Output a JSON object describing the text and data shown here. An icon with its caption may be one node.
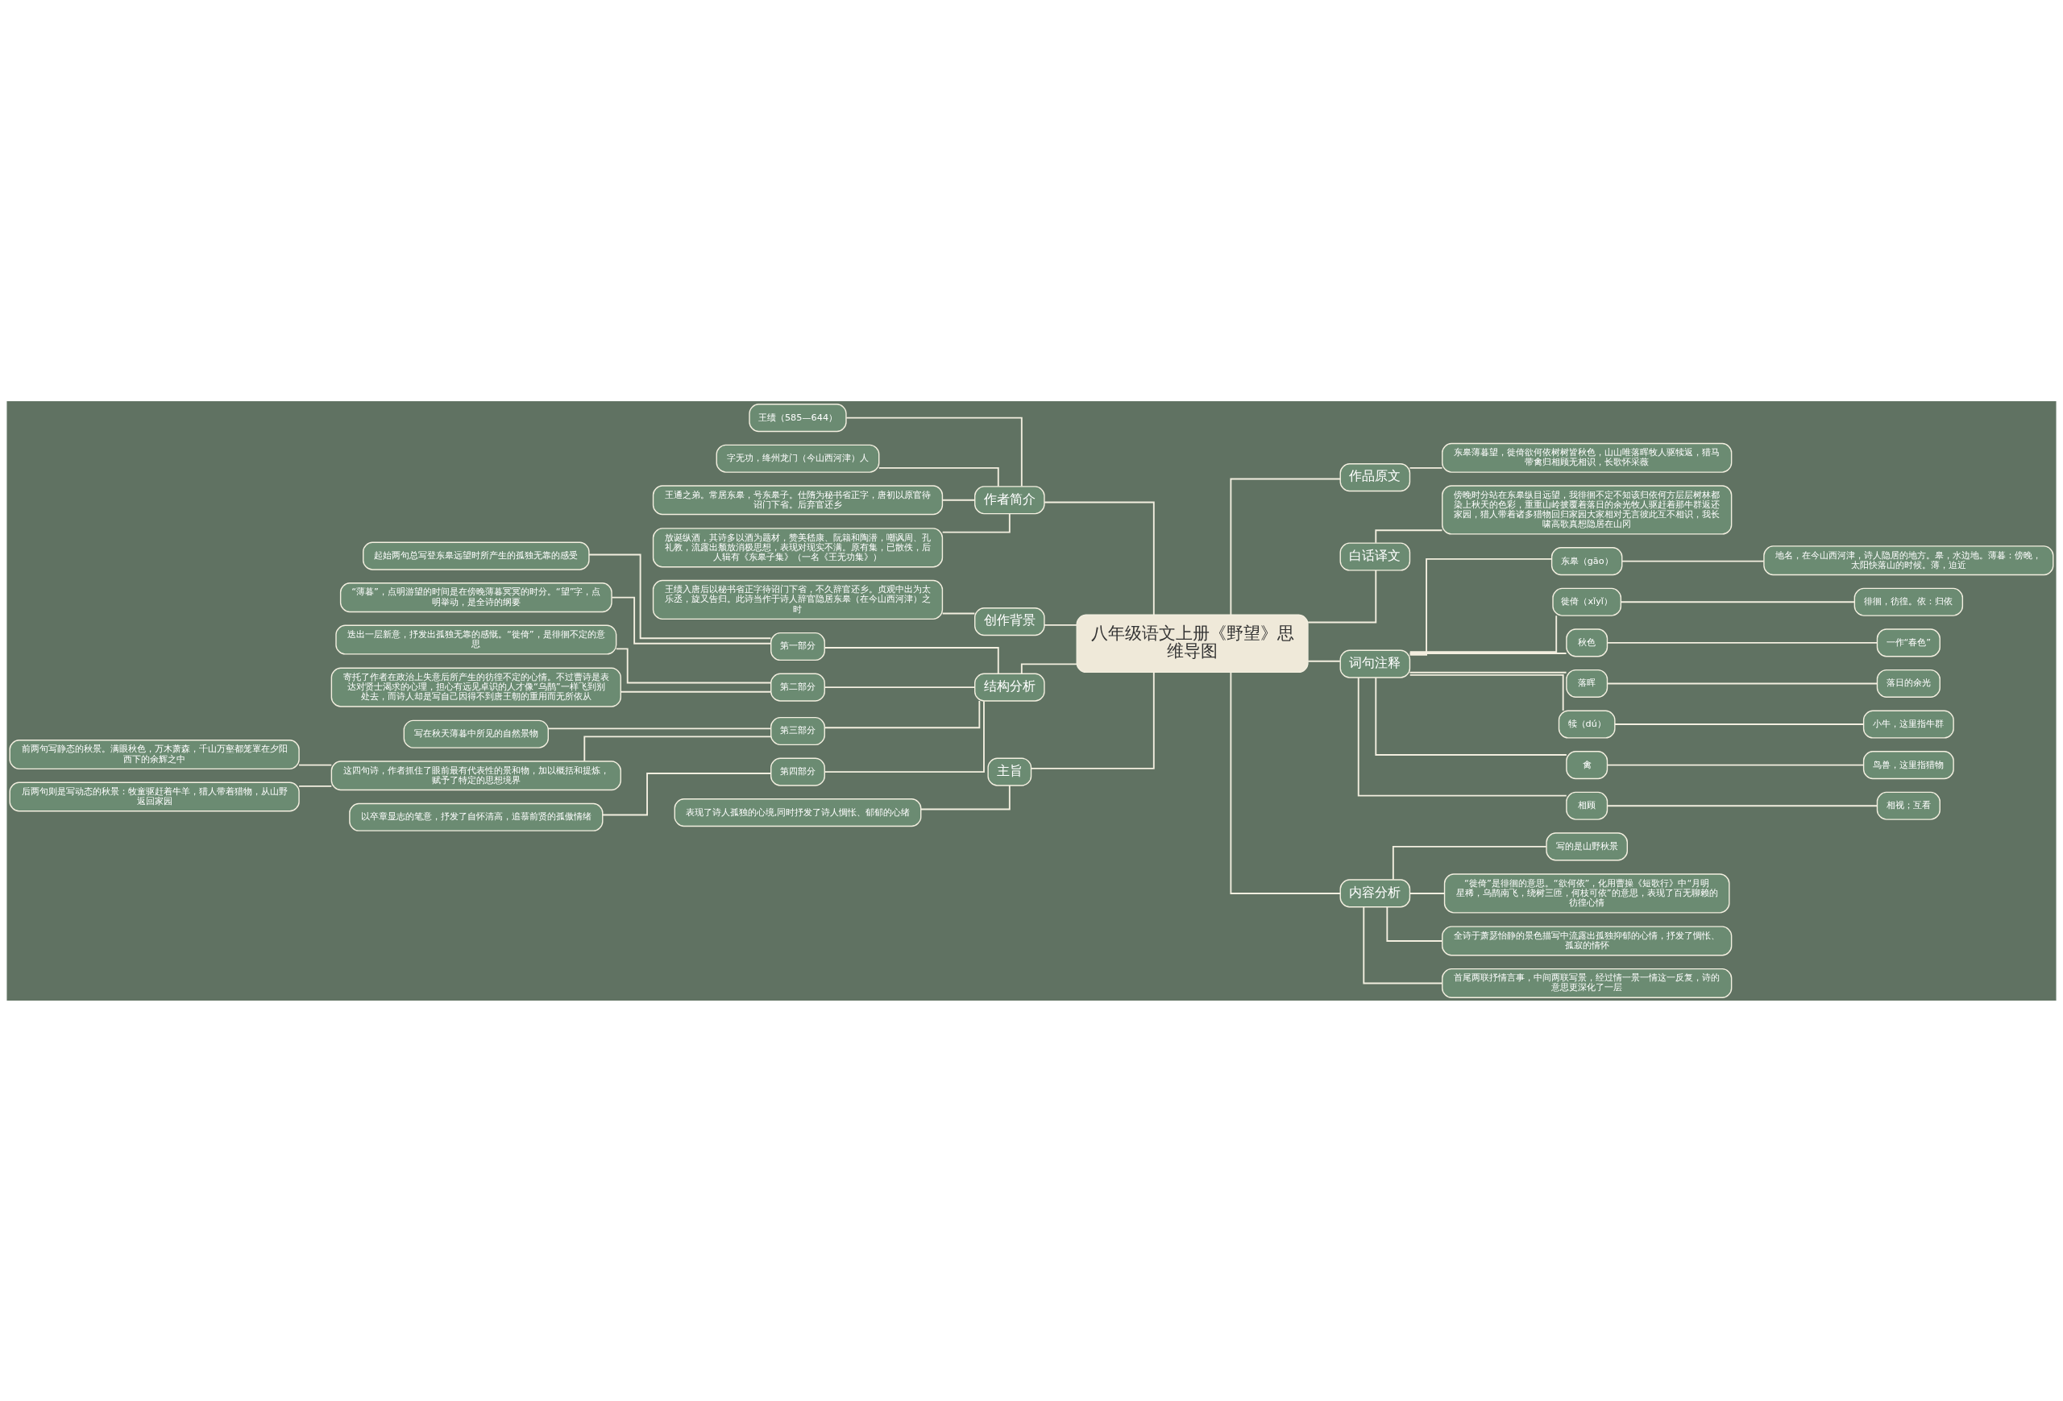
{
  "diagram": {
    "nodes": [
      {
        "text": [
          "八年级语文上册《野望》思维导图"
        ]
      },
      {
        "text": [
          "作者简介"
        ]
      },
      {
        "text": [
          "王绩（585—644）"
        ]
      },
      {
        "text": [
          "字无功，绛州龙门（今山西河津）人"
        ]
      },
      {
        "text": [
          "王通之弟。常居东皋，号东皋子。仕隋为秘书省正字，唐初以原官待诏门下省。后弃官还乡"
        ]
      },
      {
        "text": [
          "放诞纵酒，其诗多以酒为题材，赞美嵇康、阮籍和陶潜，嘲讽周、孔礼教，流露出颓放消极思想，表现对现实不满。原有集，已散佚，后人辑有《东皋子集》（一名《王无功集》）"
        ]
      },
      {
        "text": [
          "创作背景"
        ]
      },
      {
        "text": [
          "王绩入唐后以秘书省正字待诏门下省，不久辞官还乡。贞观中出为太乐丞，旋又告归。此诗当作于诗人辞官隐居东皋（在今山西河津）之时"
        ]
      },
      {
        "text": [
          "结构分析"
        ]
      },
      {
        "text": [
          "第一部分"
        ]
      },
      {
        "text": [
          "起始两句总写登东皋远望时所产生的孤独无靠的感受"
        ]
      },
      {
        "text": [
          "“薄暮”，点明游望的时间是在傍晚薄暮冥冥的时分。“望”字，点明举动，是全诗的纲要"
        ]
      },
      {
        "text": [
          "第二部分"
        ]
      },
      {
        "text": [
          "迭出一层新意，抒发出孤独无靠的感慨。“徙倚”，是徘徊不定的意思"
        ]
      },
      {
        "text": [
          "寄托了作者在政治上失意后所产生的彷徨不定的心情。不过曹诗是表达对贤士渴求的心理，担心有远见卓识的人才像“乌鹊”一样飞到别处去，而诗人却是写自己因得不到唐王朝的重用而无所依从"
        ]
      },
      {
        "text": [
          "第三部分"
        ]
      },
      {
        "text": [
          "写在秋天薄暮中所见的自然景物"
        ]
      },
      {
        "text": [
          "这四句诗，作者抓住了眼前最有代表性的景和物，加以概括和提炼，赋予了特定的思想境界"
        ]
      },
      {
        "text": [
          "前两句写静态的秋景。满眼秋色，万木萧森，千山万壑都笼罩在夕阳西下的余辉之中"
        ]
      },
      {
        "text": [
          "后两句则是写动态的秋景：牧童驱赶着牛羊，猎人带着猎物，从山野返回家园"
        ]
      },
      {
        "text": [
          "第四部分"
        ]
      },
      {
        "text": [
          "以卒章显志的笔意，抒发了自怀清高，追慕前贤的孤傲情绪"
        ]
      },
      {
        "text": [
          "主旨"
        ]
      },
      {
        "text": [
          "表现了诗人孤独的心境,同时抒发了诗人惆怅、郁郁的心绪"
        ]
      },
      {
        "text": [
          "作品原文"
        ]
      },
      {
        "text": [
          "东皋薄暮望，徙倚欲何依树树皆秋色，山山唯落晖牧人驱犊返，猎马带禽归相顾无相识，长歌怀采薇"
        ]
      },
      {
        "text": [
          "白话译文"
        ]
      },
      {
        "text": [
          "傍晚时分站在东皋纵目远望，我徘徊不定不知该归依何方层层树林都染上秋天的色彩，重重山岭披覆着落日的余光牧人驱赶着那牛群返还家园，猎人带着诸多猎物回归家园大家相对无言彼此互不相识，我长啸高歌真想隐居在山冈"
        ]
      },
      {
        "text": [
          "词句注释"
        ]
      },
      {
        "text": [
          "东皋（gāo）"
        ]
      },
      {
        "text": [
          "地名，在今山西河津，诗人隐居的地方。皋，水边地。薄暮：傍晚，太阳快落山的时候。薄，迫近"
        ]
      },
      {
        "text": [
          "徙倚（xǐyǐ）"
        ]
      },
      {
        "text": [
          "徘徊，彷徨。依：归依"
        ]
      },
      {
        "text": [
          "秋色"
        ]
      },
      {
        "text": [
          "一作“春色”"
        ]
      },
      {
        "text": [
          "落晖"
        ]
      },
      {
        "text": [
          "落日的余光"
        ]
      },
      {
        "text": [
          "犊（dú）"
        ]
      },
      {
        "text": [
          "小牛，这里指牛群"
        ]
      },
      {
        "text": [
          "禽"
        ]
      },
      {
        "text": [
          "鸟兽，这里指猎物"
        ]
      },
      {
        "text": [
          "相顾"
        ]
      },
      {
        "text": [
          "相视；互看"
        ]
      },
      {
        "text": [
          "内容分析"
        ]
      },
      {
        "text": [
          "写的是山野秋景"
        ]
      },
      {
        "text": [
          "“徙倚”是徘徊的意思。“欲何依”，化用曹操《短歌行》中“月明星稀，乌鹊南飞，绕树三匝，何枝可依”的意思，表现了百无聊赖的彷徨心情"
        ]
      },
      {
        "text": [
          "全诗于萧瑟怡静的景色描写中流露出孤独抑郁的心情，抒发了惆怅、孤寂的情怀"
        ]
      },
      {
        "text": [
          "首尾两联抒情言事，中间两联写景，经过情一景一情这一反复，诗的意思更深化了一层"
        ]
      }
    ],
    "edges": [
      {
        "from": 0,
        "to": 1,
        "arrow": "none"
      },
      {
        "from": 1,
        "to": 2,
        "arrow": "none"
      },
      {
        "from": 1,
        "to": 3,
        "arrow": "none"
      },
      {
        "from": 1,
        "to": 4,
        "arrow": "none"
      },
      {
        "from": 1,
        "to": 5,
        "arrow": "none"
      },
      {
        "from": 0,
        "to": 6,
        "arrow": "none"
      },
      {
        "from": 6,
        "to": 7,
        "arrow": "none"
      },
      {
        "from": 0,
        "to": 8,
        "arrow": "none"
      },
      {
        "from": 8,
        "to": 9,
        "arrow": "none"
      },
      {
        "from": 9,
        "to": 10,
        "arrow": "none"
      },
      {
        "from": 9,
        "to": 11,
        "arrow": "none"
      },
      {
        "from": 8,
        "to": 12,
        "arrow": "none"
      },
      {
        "from": 12,
        "to": 13,
        "arrow": "none"
      },
      {
        "from": 12,
        "to": 14,
        "arrow": "none"
      },
      {
        "from": 8,
        "to": 15,
        "arrow": "none"
      },
      {
        "from": 15,
        "to": 16,
        "arrow": "none"
      },
      {
        "from": 15,
        "to": 17,
        "arrow": "none"
      },
      {
        "from": 17,
        "to": 18,
        "arrow": "none"
      },
      {
        "from": 17,
        "to": 19,
        "arrow": "none"
      },
      {
        "from": 8,
        "to": 20,
        "arrow": "none"
      },
      {
        "from": 20,
        "to": 21,
        "arrow": "none"
      },
      {
        "from": 0,
        "to": 22,
        "arrow": "none"
      },
      {
        "from": 22,
        "to": 23,
        "arrow": "none"
      },
      {
        "from": 0,
        "to": 24,
        "arrow": "none"
      },
      {
        "from": 24,
        "to": 25,
        "arrow": "none"
      },
      {
        "from": 0,
        "to": 26,
        "arrow": "none"
      },
      {
        "from": 26,
        "to": 27,
        "arrow": "none"
      },
      {
        "from": 0,
        "to": 28,
        "arrow": "none"
      },
      {
        "from": 28,
        "to": 29,
        "arrow": "none"
      },
      {
        "from": 29,
        "to": 30,
        "arrow": "none"
      },
      {
        "from": 28,
        "to": 31,
        "arrow": "none"
      },
      {
        "from": 31,
        "to": 32,
        "arrow": "none"
      },
      {
        "from": 28,
        "to": 33,
        "arrow": "none"
      },
      {
        "from": 33,
        "to": 34,
        "arrow": "none"
      },
      {
        "from": 28,
        "to": 35,
        "arrow": "none"
      },
      {
        "from": 35,
        "to": 36,
        "arrow": "none"
      },
      {
        "from": 28,
        "to": 37,
        "arrow": "none"
      },
      {
        "from": 37,
        "to": 38,
        "arrow": "none"
      },
      {
        "from": 28,
        "to": 39,
        "arrow": "none"
      },
      {
        "from": 39,
        "to": 40,
        "arrow": "none"
      },
      {
        "from": 28,
        "to": 41,
        "arrow": "none"
      },
      {
        "from": 41,
        "to": 42,
        "arrow": "none"
      },
      {
        "from": 0,
        "to": 43,
        "arrow": "none"
      },
      {
        "from": 43,
        "to": 44,
        "arrow": "none"
      },
      {
        "from": 43,
        "to": 45,
        "arrow": "none"
      },
      {
        "from": 43,
        "to": 46,
        "arrow": "none"
      },
      {
        "from": 43,
        "to": 47,
        "arrow": "none"
      }
    ]
  }
}
